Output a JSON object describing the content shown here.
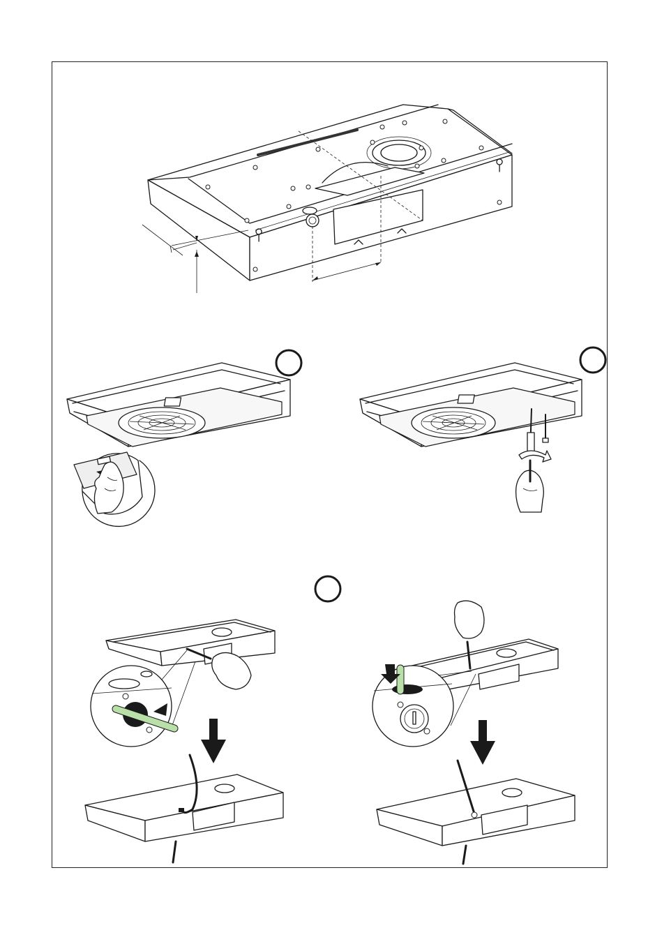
{
  "page": {
    "background": "#ffffff",
    "line_color": "#1a1a1a",
    "accent_color": "#b9e0a8"
  },
  "figures": [
    {
      "id": "top-hood-dimensions"
    },
    {
      "id": "step-remove-filter"
    },
    {
      "id": "step-remove-screws"
    },
    {
      "id": "step-knockout-cable-rear"
    },
    {
      "id": "step-knockout-cable-top"
    }
  ],
  "icons": [
    "step-marker-circle-icon",
    "down-arrow-icon",
    "hand-icon",
    "screwdriver-icon",
    "screw-icon",
    "rotate-arrow-icon"
  ]
}
